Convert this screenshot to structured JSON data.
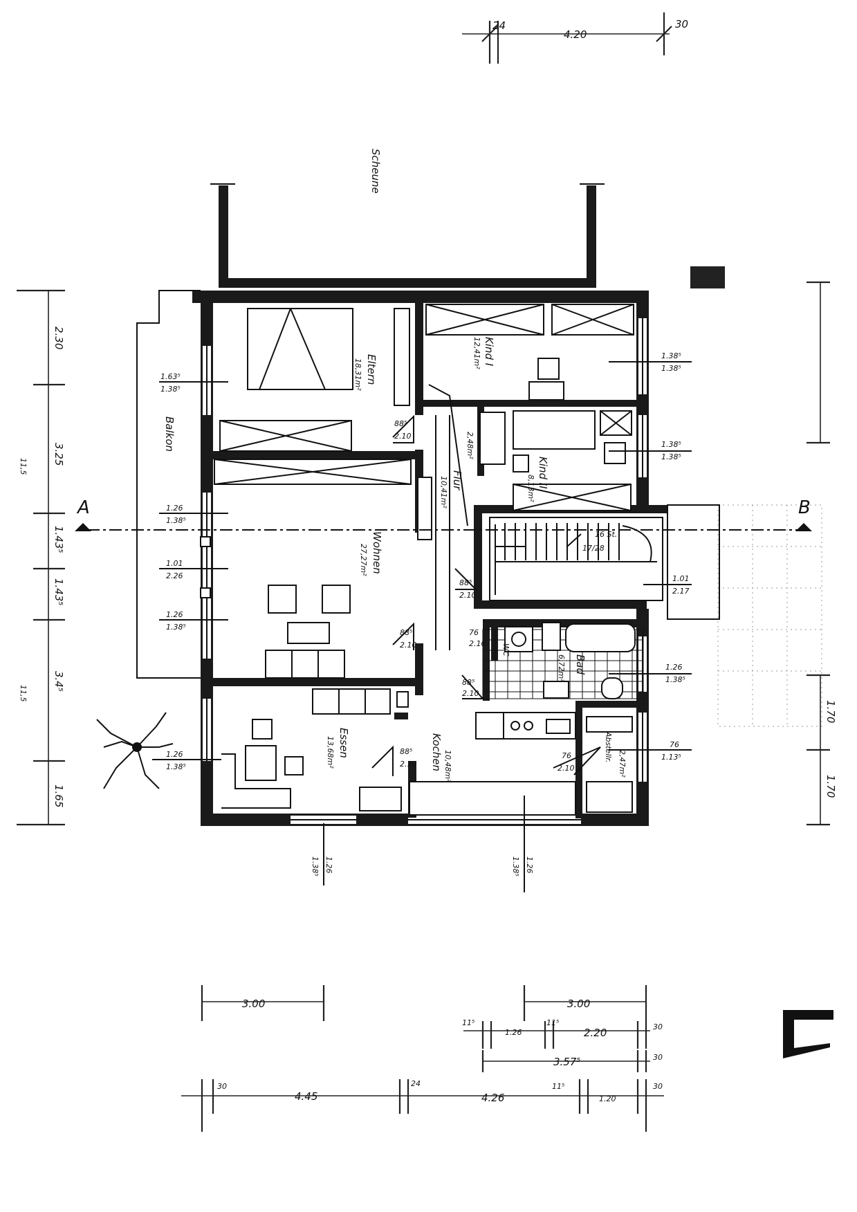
{
  "plan": {
    "barn_label": "Scheune",
    "section_left": "A",
    "section_right": "B",
    "rooms": {
      "eltern": {
        "name": "Eltern",
        "area": "18,31m²"
      },
      "kind1": {
        "name": "Kind I",
        "area": "12,41m²"
      },
      "kind2": {
        "name": "Kind II",
        "area": "8,13m²"
      },
      "wohnen": {
        "name": "Wohnen",
        "area": "27,27m²"
      },
      "flur": {
        "name": "Flur",
        "area": "10,41m²"
      },
      "essen": {
        "name": "Essen",
        "area": "13,68m²"
      },
      "kochen": {
        "name": "Kochen",
        "area": "10,48m²"
      },
      "bad": {
        "name": "Bad",
        "area": "6,72m²"
      },
      "abstell": {
        "name": "Abstellr.",
        "area": "2,47m²"
      },
      "balkon": {
        "name": "Balkon"
      },
      "wc": {
        "name": "WC"
      },
      "stair": {
        "steps": "16 St.",
        "ratio": "17/28"
      },
      "small_area": "2,48m²"
    },
    "opening_labels": {
      "left_1": [
        "1.63⁵",
        "1.38⁵"
      ],
      "left_2": [
        "1.26",
        "1.38⁵"
      ],
      "left_3": [
        "1.01",
        "2.26"
      ],
      "left_4": [
        "1.26",
        "1.38⁵"
      ],
      "left_5": [
        "1.26",
        "1.38⁵"
      ],
      "right_1": [
        "1.38⁵",
        "1.38⁵"
      ],
      "right_2": [
        "1.38⁵",
        "1.38⁵"
      ],
      "right_3": [
        "1.01",
        "2.17"
      ],
      "right_4": [
        "1.26",
        "1.38⁵"
      ],
      "right_5": [
        "76",
        "1.13⁵"
      ],
      "bottom_1": [
        "1.26",
        "1.38⁵"
      ],
      "bottom_2": [
        "1.26",
        "1.38⁵"
      ],
      "door_eltern": [
        "88⁵",
        "2.10"
      ],
      "door_wohnen": [
        "88⁵",
        "2.10"
      ],
      "door_kind2": [
        "88⁵",
        "2.10"
      ],
      "door_flur": [
        "88⁵",
        "2.10"
      ],
      "door_essen": [
        "88⁵",
        "2.10"
      ],
      "door_kochen": [
        "76",
        "2.10"
      ],
      "door_wc": [
        "76",
        "2.10"
      ]
    },
    "dims_top": [
      "24",
      "4.20",
      "30"
    ],
    "dims_left": [
      "2.30",
      "3.25",
      "1.43⁵",
      "1.43⁵",
      "3.4⁵",
      "1.65"
    ],
    "dims_left_small": [
      "11,5",
      "11,5"
    ],
    "dims_right": [
      "1.70",
      "1.70"
    ],
    "dims_bottom_row1": [
      "3.00",
      "3.00"
    ],
    "dims_bottom_row2": [
      "11⁵",
      "1.26",
      "11⁵",
      "2.20",
      "30"
    ],
    "dims_bottom_row3": [
      "3.57⁵",
      "30"
    ],
    "dims_bottom_row4": [
      "30",
      "4.45",
      "24",
      "4.26",
      "11⁵",
      "1.20",
      "30"
    ]
  }
}
